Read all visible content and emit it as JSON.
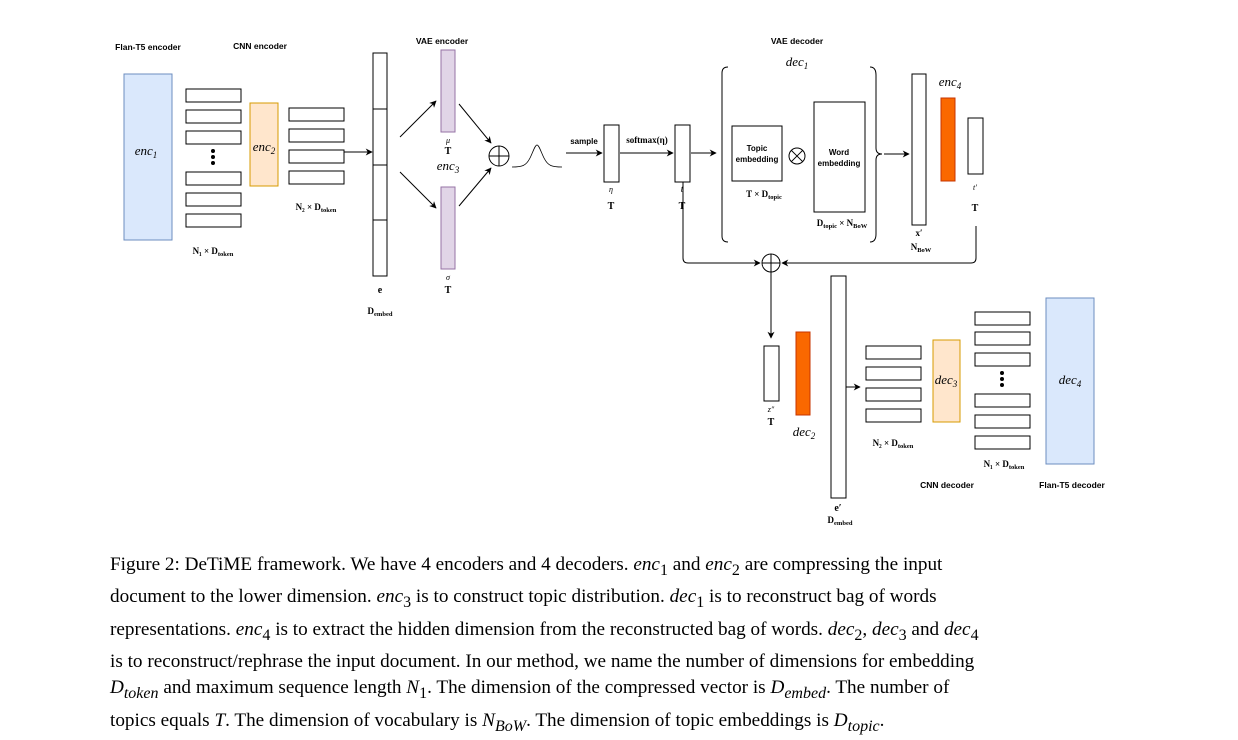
{
  "section_titles": {
    "flan_t5_encoder": "Flan-T5 encoder",
    "cnn_encoder": "CNN encoder",
    "vae_encoder": "VAE encoder",
    "vae_decoder": "VAE decoder",
    "cnn_decoder": "CNN decoder",
    "flan_t5_decoder": "Flan-T5 decoder"
  },
  "block_labels": {
    "enc1": "enc",
    "enc1_sub": "1",
    "enc2": "enc",
    "enc2_sub": "2",
    "enc3": "enc",
    "enc3_sub": "3",
    "enc4": "enc",
    "enc4_sub": "4",
    "dec1": "dec",
    "dec1_sub": "1",
    "dec2": "dec",
    "dec2_sub": "2",
    "dec3": "dec",
    "dec3_sub": "3",
    "dec4": "dec",
    "dec4_sub": "4",
    "topic_embedding_line1": "Topic",
    "topic_embedding_line2": "embedding",
    "word_embedding_line1": "Word",
    "word_embedding_line2": "embedding"
  },
  "dimension_labels": {
    "n1_dtoken": "N₁ × D",
    "n1_dtoken_sub": "token",
    "n2_dtoken": "N₂ × D",
    "n2_dtoken_sub": "token",
    "e": "e",
    "d_embed": "D",
    "d_embed_sub": "embed",
    "mu": "μ",
    "sigma": "σ",
    "T": "T",
    "eta": "η",
    "t": "t",
    "t_prime": "t′",
    "x_prime": "x′",
    "n_bow": "N",
    "n_bow_sub": "BoW",
    "t_dtopic": "T × D",
    "t_dtopic_sub": "topic",
    "dtopic_nbow": "D",
    "dtopic_nbow_sub1": "topic",
    "dtopic_nbow_mid": " × N",
    "dtopic_nbow_sub2": "BoW",
    "z_dprime": "z″",
    "e_prime": "e′",
    "sample": "sample",
    "softmax": "softmax(η)"
  },
  "colors": {
    "enc1_fill": "#dae8fc",
    "enc1_stroke": "#6c8ebf",
    "enc2_fill": "#ffe6cc",
    "enc2_stroke": "#d79b00",
    "vae_fill": "#e1d5e7",
    "vae_stroke": "#9673a6",
    "orange_fill": "#fa6800",
    "orange_stroke": "#c73500"
  },
  "caption": {
    "l1a": "Figure 2: DeTiME framework. We have 4 encoders and 4 decoders. ",
    "l1b": " and ",
    "l1c": " are compressing the input",
    "l2a": "document to the lower dimension. ",
    "l2b": " is to construct topic distribution. ",
    "l2c": " is to reconstruct bag of words",
    "l3a": "representations. ",
    "l3b": " is to extract the hidden dimension from the reconstructed bag of words. ",
    "l3c": ", ",
    "l3d": " and ",
    "l4a": "is to reconstruct/rephrase the input document. In our method, we name the number of dimensions for embedding",
    "l5a": " and maximum sequence length ",
    "l5b": ". The dimension of the compressed vector is ",
    "l5c": ". The number of",
    "l6a": "topics equals ",
    "l6b": ". The dimension of vocabulary is ",
    "l6c": ". The dimension of topic embeddings is ",
    "l6d": ".",
    "m_enc": "enc",
    "m_dec": "dec",
    "m_s1": "1",
    "m_s2": "2",
    "m_s3": "3",
    "m_s4": "4",
    "m_D": "D",
    "m_N": "N",
    "m_T": "T",
    "m_token": "token",
    "m_embed": "embed",
    "m_bow": "BoW",
    "m_topic": "topic"
  }
}
